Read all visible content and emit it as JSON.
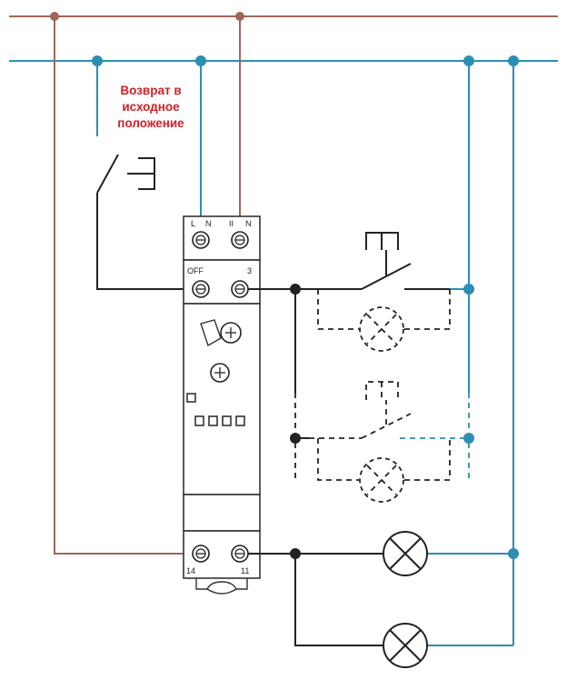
{
  "annotation": {
    "line1": "Возврат в",
    "line2": "исходное",
    "line3": "положение",
    "color": "#d42027"
  },
  "terminals": {
    "top_left": "L",
    "top_n1": "N",
    "top_ii": "II",
    "top_n2": "N",
    "off": "OFF",
    "three": "3",
    "fourteen": "14",
    "eleven": "11"
  },
  "colors": {
    "phase_wire": "#a0665a",
    "neutral_wire": "#2b8fb3",
    "control_wire": "#222222"
  }
}
